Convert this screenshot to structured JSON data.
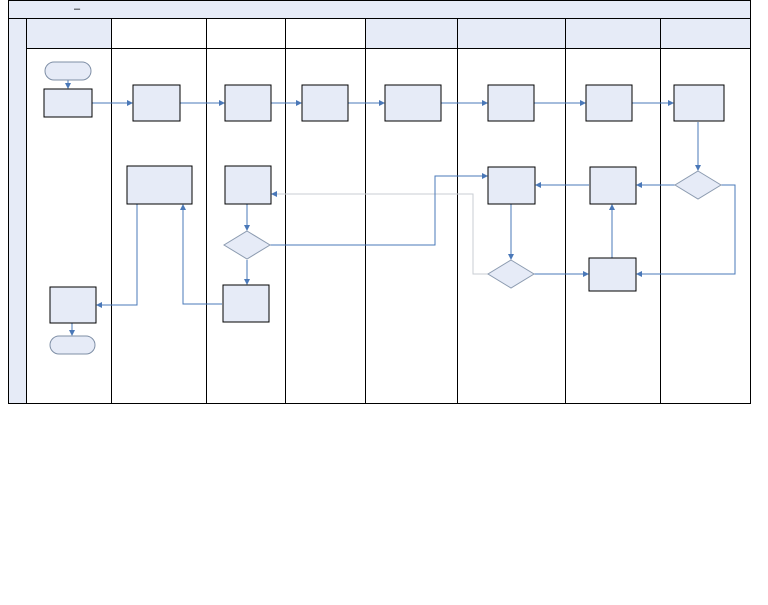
{
  "diagram": {
    "title": "–",
    "lanes": [
      {
        "id": "lane-1",
        "label": "",
        "header_fill": "#e6ebf7"
      },
      {
        "id": "lane-2",
        "label": "",
        "header_fill": "#ffffff"
      },
      {
        "id": "lane-3",
        "label": "",
        "header_fill": "#ffffff"
      },
      {
        "id": "lane-4",
        "label": "",
        "header_fill": "#ffffff"
      },
      {
        "id": "lane-5",
        "label": "",
        "header_fill": "#e6ebf7"
      },
      {
        "id": "lane-6",
        "label": "",
        "header_fill": "#e6ebf7"
      },
      {
        "id": "lane-7",
        "label": "",
        "header_fill": "#e6ebf7"
      },
      {
        "id": "lane-8",
        "label": "",
        "header_fill": "#e6ebf7"
      }
    ],
    "colors": {
      "shape_fill": "#e6ebf7",
      "shape_stroke": "#000000",
      "terminator_stroke": "#7f8fa6",
      "decision_stroke": "#8c9bb0",
      "connector": "#4a78b8",
      "connector_faint": "#c9cdd3",
      "border": "#000000"
    },
    "nodes": [
      {
        "id": "start",
        "kind": "terminator",
        "label": ""
      },
      {
        "id": "p1",
        "kind": "process",
        "label": ""
      },
      {
        "id": "p2",
        "kind": "process",
        "label": ""
      },
      {
        "id": "p3",
        "kind": "process",
        "label": ""
      },
      {
        "id": "p4",
        "kind": "process",
        "label": ""
      },
      {
        "id": "p5",
        "kind": "process",
        "label": ""
      },
      {
        "id": "p6",
        "kind": "process",
        "label": ""
      },
      {
        "id": "p7",
        "kind": "process",
        "label": ""
      },
      {
        "id": "p8",
        "kind": "process",
        "label": ""
      },
      {
        "id": "d1",
        "kind": "decision",
        "label": ""
      },
      {
        "id": "p9",
        "kind": "process",
        "label": ""
      },
      {
        "id": "p10",
        "kind": "process",
        "label": ""
      },
      {
        "id": "d2",
        "kind": "decision",
        "label": ""
      },
      {
        "id": "p11",
        "kind": "process",
        "label": ""
      },
      {
        "id": "p12",
        "kind": "process",
        "label": ""
      },
      {
        "id": "d3",
        "kind": "decision",
        "label": ""
      },
      {
        "id": "p13",
        "kind": "process",
        "label": ""
      },
      {
        "id": "p14",
        "kind": "process",
        "label": ""
      },
      {
        "id": "p15",
        "kind": "process",
        "label": ""
      },
      {
        "id": "end",
        "kind": "terminator",
        "label": ""
      }
    ]
  }
}
